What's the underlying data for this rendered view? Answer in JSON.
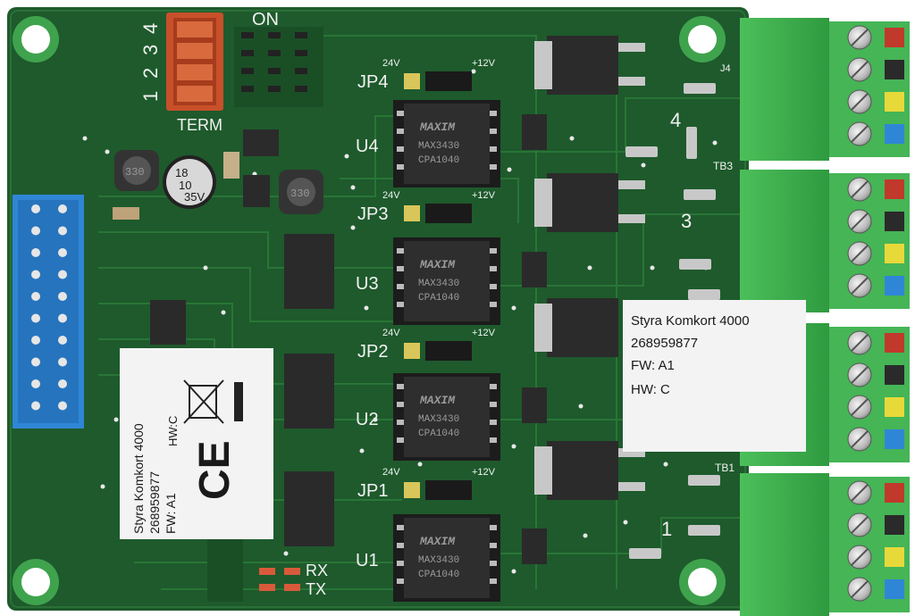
{
  "board": {
    "switch_on": "ON",
    "switch_numbers": [
      "4",
      "3",
      "2",
      "1"
    ],
    "switch_term": "TERM",
    "voltage_24": "24V",
    "voltage_12": "+12V",
    "jumpers": [
      "JP4",
      "JP3",
      "JP2",
      "JP1"
    ],
    "ics": [
      "U4",
      "U3",
      "U2",
      "U1"
    ],
    "channel_numbers": [
      "4",
      "3",
      "1"
    ],
    "terminal_blocks": [
      "J4",
      "TB3",
      "TB1"
    ],
    "rx": "RX",
    "tx": "TX",
    "maxim_brand": "MAXIM",
    "chip_part": "MAX3430",
    "chip_code": "CPA1040",
    "cap_330": "330",
    "cap_18": "18",
    "cap_10": "10",
    "cap_35v": "35V"
  },
  "label_right": {
    "line1": "Styra Komkort 4000",
    "line2": "268959877",
    "line3": "FW: A1",
    "line4": "HW: C"
  },
  "label_left": {
    "line1": "Styra Komkort 4000",
    "line2": "268959877",
    "line3": "FW: A1",
    "hw": "HW:C",
    "ce_mark": "CE"
  },
  "colors": {
    "pcb": "#1e5a2c",
    "pcb_dark": "#164521",
    "connector_green": "#3aa64a",
    "header_blue": "#2f86d6",
    "label_paper": "#f3f3f3"
  }
}
